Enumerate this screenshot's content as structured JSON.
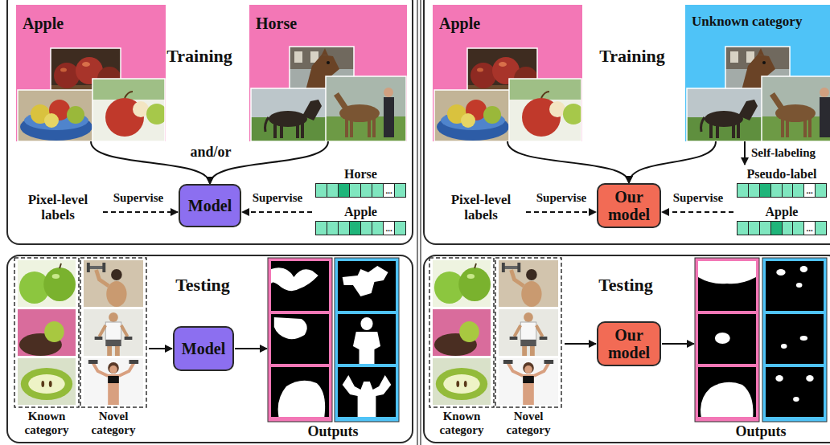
{
  "diagram": {
    "nodes": [
      {
        "text": [
          "Training"
        ]
      },
      {
        "text": [
          "Apple"
        ],
        "in": 0
      },
      {
        "text": [
          "Horse"
        ],
        "in": 0
      },
      {
        "text": [
          "Model"
        ],
        "in": 0
      },
      {
        "text": [
          "Horse",
          "..."
        ],
        "in": 0
      },
      {
        "text": [
          "Apple",
          "..."
        ],
        "in": 0
      },
      {
        "text": [
          "Testing"
        ]
      },
      {
        "text": [
          "Model"
        ],
        "in": 6
      },
      {
        "text": [
          "Training"
        ]
      },
      {
        "text": [
          "Apple"
        ],
        "in": 8
      },
      {
        "text": [
          "Unknown category"
        ],
        "in": 8
      },
      {
        "text": [
          "Our model"
        ],
        "in": 8
      },
      {
        "text": [
          "Pseudo-label",
          "..."
        ],
        "in": 8
      },
      {
        "text": [
          "Apple",
          "..."
        ],
        "in": 8
      },
      {
        "text": [
          "Testing"
        ]
      },
      {
        "text": [
          "Our model"
        ],
        "in": 14
      }
    ],
    "edges": [
      {
        "from": 1,
        "to": 3,
        "arrow": "to"
      },
      {
        "from": 2,
        "to": 3,
        "arrow": "to"
      },
      {
        "from": 9,
        "to": 11,
        "arrow": "to"
      },
      {
        "from": 10,
        "to": 11,
        "arrow": "to"
      },
      {
        "from": 10,
        "to": 12,
        "label": "Self-labeling",
        "arrow": "to"
      }
    ],
    "labels": [
      "and/or",
      "Pixel-level labels",
      "Supervise",
      "Supervise",
      "Known category",
      "Novel category",
      "Outputs",
      "Pixel-level labels",
      "Supervise",
      "Supervise",
      "Known category",
      "Novel category",
      "Outputs"
    ]
  }
}
